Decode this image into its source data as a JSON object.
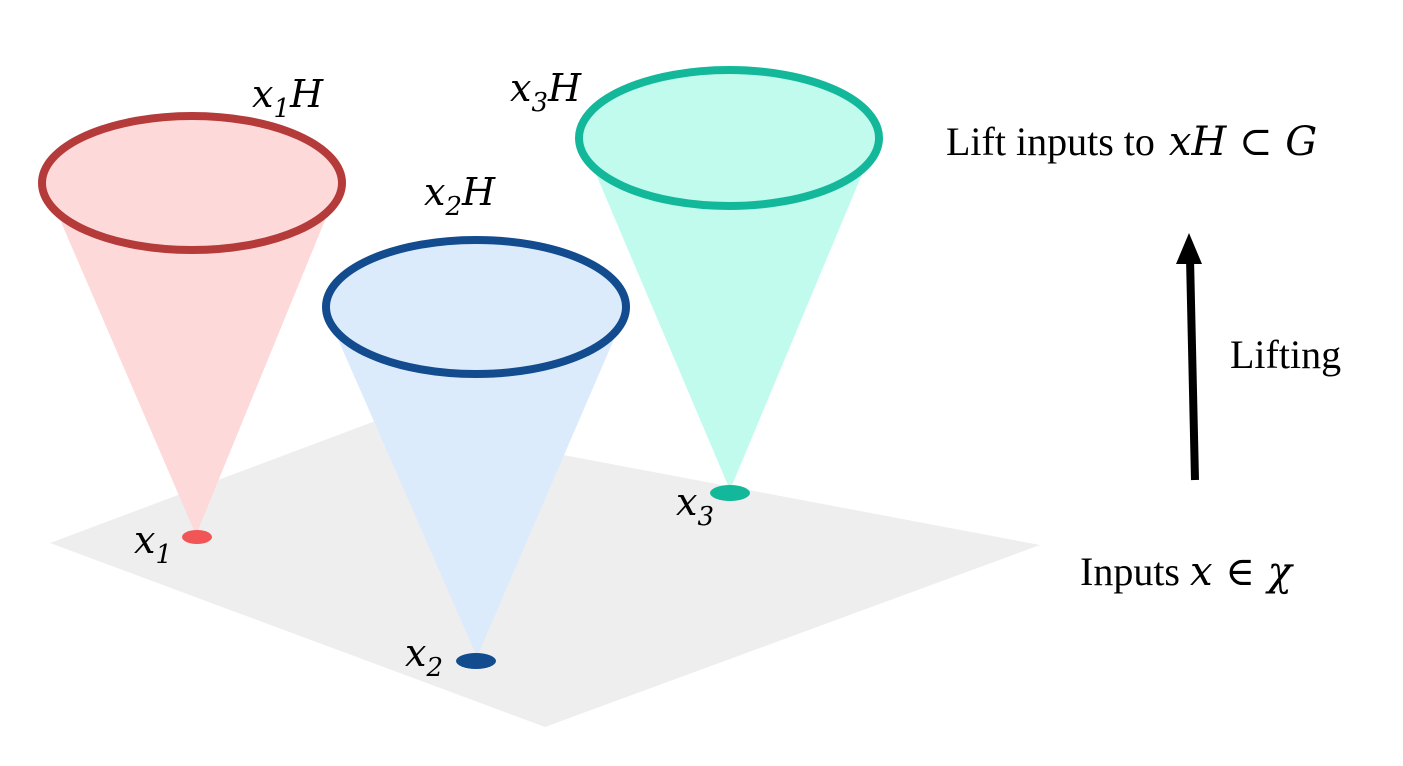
{
  "colors": {
    "plane": "#eeeeee",
    "cone1_fill": "#fdd9d9",
    "cone1_rim": "#b53a3a",
    "point1": "#f25555",
    "cone2_fill": "#dcebfb",
    "cone2_rim": "#124b8e",
    "point2": "#124b8e",
    "cone3_fill": "#c0fbee",
    "cone3_rim": "#13b89a",
    "point3": "#13b89a",
    "arrow": "#000000"
  },
  "labels": {
    "coset1": {
      "base": "x",
      "sub": "1",
      "tail": "H"
    },
    "coset2": {
      "base": "x",
      "sub": "2",
      "tail": "H"
    },
    "coset3": {
      "base": "x",
      "sub": "3",
      "tail": "H"
    },
    "input1": {
      "base": "x",
      "sub": "1"
    },
    "input2": {
      "base": "x",
      "sub": "2"
    },
    "input3": {
      "base": "x",
      "sub": "3"
    }
  },
  "annotations": {
    "lift_text": "Lift inputs to",
    "lift_math": "xH ⊂ G",
    "lifting": "Lifting",
    "inputs_text": "Inputs",
    "inputs_math": "x ∈ χ"
  }
}
